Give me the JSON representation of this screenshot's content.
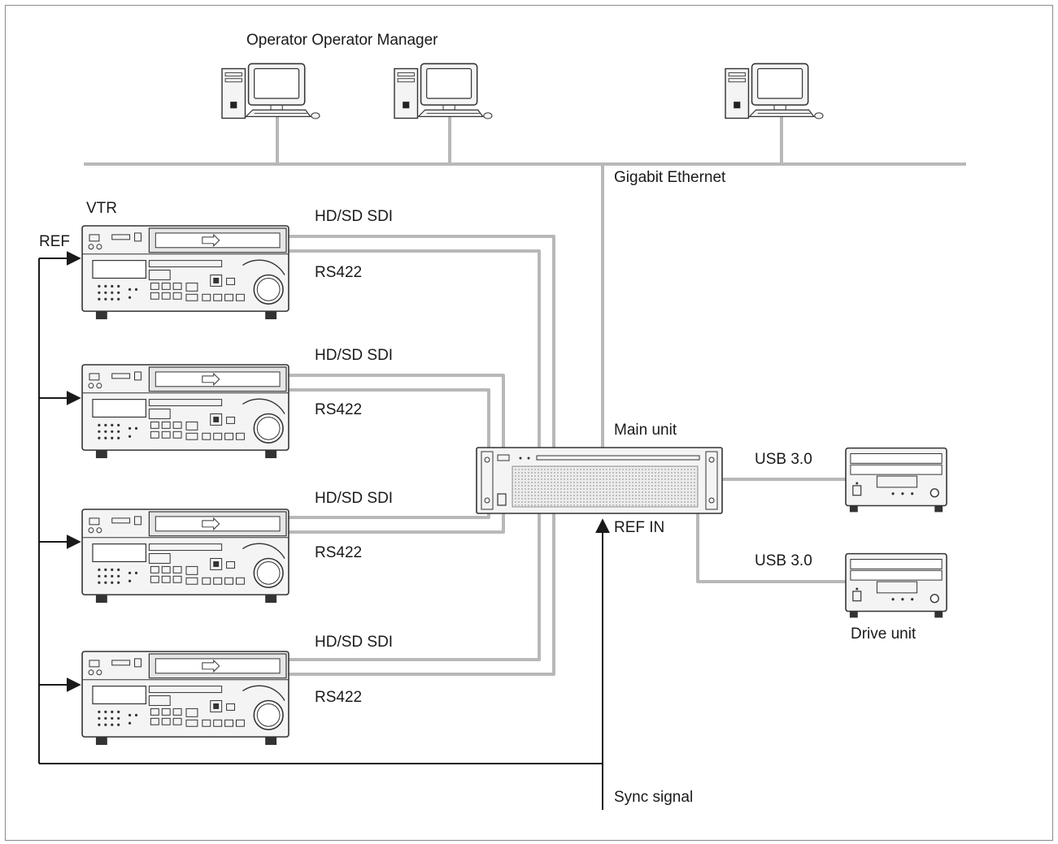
{
  "labels": {
    "operators": "Operator Operator Manager",
    "gigabit": "Gigabit Ethernet",
    "vtr": "VTR",
    "ref": "REF",
    "hdsd": "HD/SD SDI",
    "rs422": "RS422",
    "main_unit": "Main unit",
    "usb": "USB 3.0",
    "ref_in": "REF IN",
    "drive_unit": "Drive unit",
    "sync": "Sync signal"
  },
  "colors": {
    "cable": "#b8b8b8",
    "line": "#1a1a1a",
    "device_fill": "#f3f3f3",
    "device_stroke": "#333333"
  }
}
